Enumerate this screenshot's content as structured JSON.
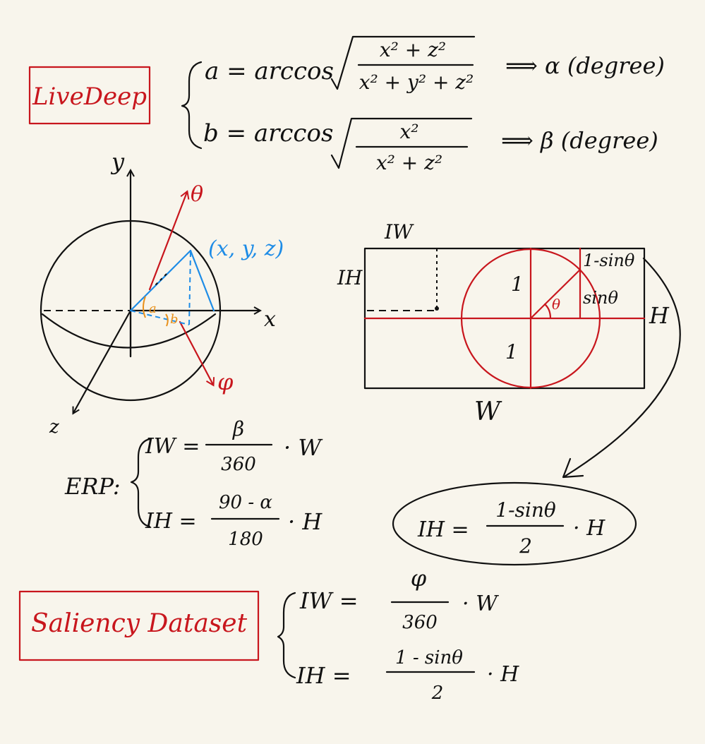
{
  "livedeep": {
    "box_label": "LiveDeep",
    "eq_a": {
      "lhs": "a = arccos",
      "num": "x² + z²",
      "den": "x² + y² + z²",
      "result": "⟹ α (degree)"
    },
    "eq_b": {
      "lhs": "b = arccos",
      "num": "x²",
      "den": "x² + z²",
      "result": "⟹ β (degree)"
    }
  },
  "sphere": {
    "axis_y": "y",
    "axis_x": "x",
    "axis_z": "z",
    "theta": "θ",
    "phi": "φ",
    "point": "(x, y, z)",
    "angle_a": "a",
    "angle_b": "b"
  },
  "erp_rect": {
    "iw_label": "IW",
    "ih_label": "IH",
    "w_label": "W",
    "h_label": "H",
    "one_top": "1",
    "one_bottom": "1",
    "theta": "θ",
    "sin": "sinθ",
    "one_minus_sin": "1-sinθ"
  },
  "erp_formula": {
    "prefix": "ERP:",
    "iw_lhs": "IW =",
    "iw_num": "β",
    "iw_den": "360",
    "iw_mul": "· W",
    "ih_lhs": "IH =",
    "ih_num": "90 - α",
    "ih_den": "180",
    "ih_mul": "· H"
  },
  "oval_formula": {
    "lhs": "IH =",
    "num": "1-sinθ",
    "den": "2",
    "mul": "· H"
  },
  "saliency": {
    "box_label": "Saliency Dataset",
    "iw_lhs": "IW =",
    "iw_num": "φ",
    "iw_den": "360",
    "iw_mul": "· W",
    "ih_lhs": "IH =",
    "ih_num": "1 - sinθ",
    "ih_den": "2",
    "ih_mul": "· H"
  },
  "colors": {
    "background": "#f8f5ec",
    "ink": "#111111",
    "red": "#c8161d",
    "blue": "#1e8ce6",
    "orange": "#e8901a"
  }
}
